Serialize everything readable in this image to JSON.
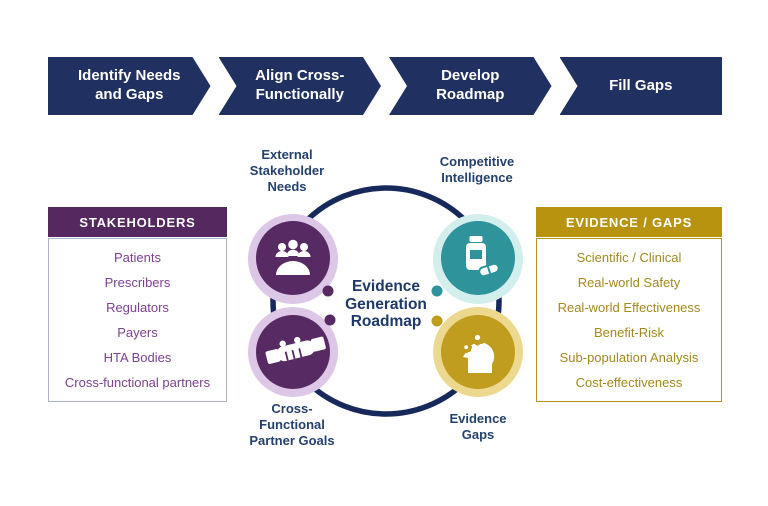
{
  "banner": {
    "steps": [
      {
        "label": "Identify Needs\nand Gaps"
      },
      {
        "label": "Align Cross-\nFunctionally"
      },
      {
        "label": "Develop\nRoadmap"
      },
      {
        "label": "Fill Gaps"
      }
    ]
  },
  "stakeholders_panel": {
    "title": "STAKEHOLDERS",
    "items": [
      "Patients",
      "Prescribers",
      "Regulators",
      "Payers",
      "HTA Bodies",
      "Cross-functional partners"
    ]
  },
  "evidence_panel": {
    "title": "EVIDENCE / GAPS",
    "items": [
      "Scientific / Clinical",
      "Real-world Safety",
      "Real-world Effectiveness",
      "Benefit-Risk",
      "Sub-population Analysis",
      "Cost-effectiveness"
    ]
  },
  "cycle": {
    "center_label": "Evidence\nGeneration\nRoadmap",
    "nodes": [
      {
        "label": "External\nStakeholder\nNeeds",
        "icon": "people-meeting-icon"
      },
      {
        "label": "Competitive\nIntelligence",
        "icon": "pill-bottle-icon"
      },
      {
        "label": "Cross-\nFunctional\nPartner Goals",
        "icon": "handshake-icon"
      },
      {
        "label": "Evidence\nGaps",
        "icon": "head-gears-icon"
      }
    ]
  },
  "colors": {
    "navy": "#203060",
    "navy_circle": "#16295a",
    "navy_text": "#25416d",
    "purple": "#572a63",
    "purple_header": "#552960",
    "purple_light": "#ddc7e7",
    "purple_text": "#7d4190",
    "teal": "#2e939b",
    "teal_light": "#d2eeed",
    "gold": "#c09c1f",
    "gold_header": "#b8930f",
    "gold_light": "#ecd98f",
    "gold_text": "#a3891d",
    "list_border_gray": "#a9b6c9",
    "white": "#ffffff"
  }
}
